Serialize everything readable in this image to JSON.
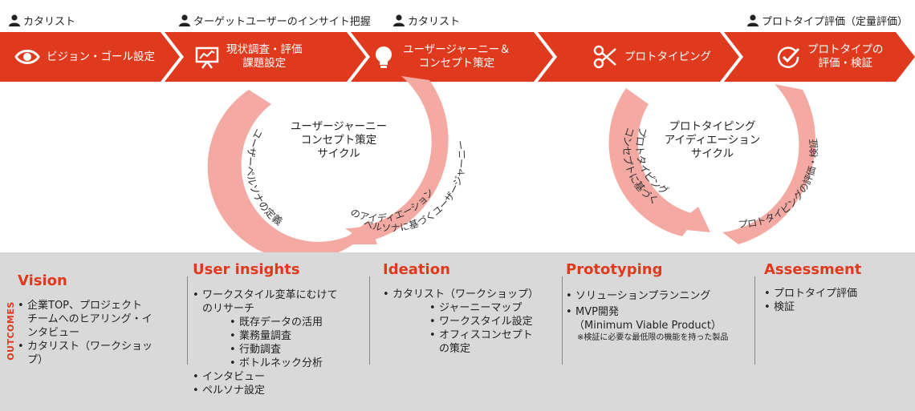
{
  "roles": [
    {
      "text": "カタリスト"
    },
    {
      "text": "ターゲットユーザーのインサイト把握"
    },
    {
      "text": "カタリスト"
    },
    {
      "text": "プロトタイプ評価（定量評価）"
    }
  ],
  "steps": [
    {
      "icon": "eye-icon",
      "line1": "ビジョン・ゴール設定",
      "line2": ""
    },
    {
      "icon": "presentation-chart-icon",
      "line1": "現状調査・評価",
      "line2": "課題設定"
    },
    {
      "icon": "lightbulb-icon",
      "line1": "ユーザージャーニー＆",
      "line2": "コンセプト策定"
    },
    {
      "icon": "scissors-icon",
      "line1": "プロトタイピング",
      "line2": ""
    },
    {
      "icon": "check-circle-icon",
      "line1": "プロトタイプの",
      "line2": "評価・検証"
    }
  ],
  "cycles": [
    {
      "center": [
        "ユーザージャーニー",
        "コンセプト策定",
        "サイクル"
      ],
      "arc_left": "ユーザーペルソナの定義",
      "arc_right_1": "ペルソナに基づくユーザージャーニー",
      "arc_right_2": "のアイディエーション"
    },
    {
      "center": [
        "プロトタイピング",
        "アイディエーション",
        "サイクル"
      ],
      "arc_left_1": "コンセプトに基づく",
      "arc_left_2": "プロトタイピング",
      "arc_right": "プロトタイピングの評価・検証"
    }
  ],
  "outcomes_label": "OUTCOMES",
  "columns": [
    {
      "title": "Vision",
      "items": [
        "企業TOP、プロジェクト",
        "チームへのヒアリング・イ",
        "ンタビュー",
        "カタリスト（ワークショッ",
        "プ）"
      ]
    },
    {
      "title": "User insights",
      "items": [
        "ワークスタイル変革にむけて",
        "のリサーチ"
      ],
      "subs": [
        "既存データの活用",
        "業務量調査",
        "行動調査",
        "ボトルネック分析"
      ],
      "items_after": [
        "インタビュー",
        "ペルソナ設定"
      ]
    },
    {
      "title": "Ideation",
      "items": [
        "カタリスト（ワークショップ）"
      ],
      "subs": [
        "ジャーニーマップ",
        "ワークスタイル設定",
        "オフィスコンセプト",
        "の策定"
      ]
    },
    {
      "title": "Prototyping",
      "items": [
        "ソリューションプランニング",
        "MVP開発",
        "（Minimum Viable Product）"
      ],
      "note": "※検証に必要な最低限の機能を持った製品"
    },
    {
      "title": "Assessment",
      "items": [
        "プロトタイプ評価",
        "検証"
      ]
    }
  ],
  "colors": {
    "accent": "#e03a1e",
    "arc": "#f4aaa3",
    "panel": "#d9d9d9"
  }
}
